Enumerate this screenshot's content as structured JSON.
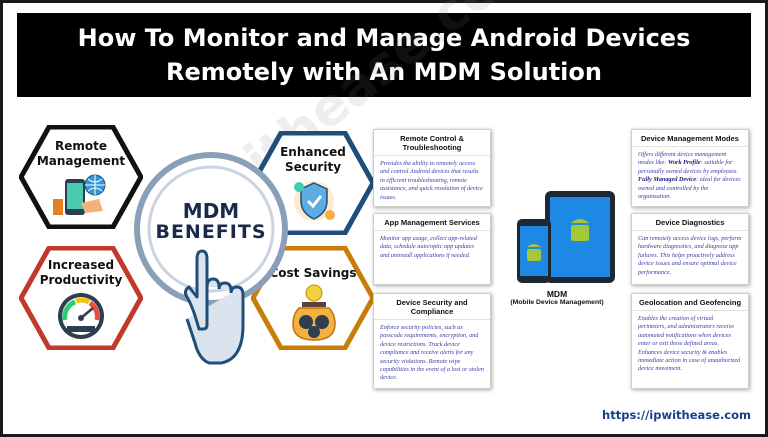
{
  "title": {
    "line1": "How To Monitor and Manage Android Devices",
    "line2": "Remotely with An MDM Solution"
  },
  "center": {
    "line1": "MDM",
    "line2": "BENEFITS"
  },
  "benefits": [
    {
      "label_line1": "Remote",
      "label_line2": "Management",
      "icon": "phone-globe-icon",
      "border": "#111111"
    },
    {
      "label_line1": "Increased",
      "label_line2": "Productivity",
      "icon": "speedometer-icon",
      "border": "#c0392b"
    },
    {
      "label_line1": "Enhanced",
      "label_line2": "Security",
      "icon": "shield-gear-icon",
      "border": "#1f4e79"
    },
    {
      "label_line1": "Cost Savings",
      "label_line2": "",
      "icon": "money-jar-icon",
      "border": "#c77d0a"
    }
  ],
  "cards_left": [
    {
      "title": "Remote Control & Troubleshooting",
      "body": "Provides the ability to remotely access and control Android devices that results in efficient troubleshooting, remote assistance, and quick resolution of device issues."
    },
    {
      "title": "App Management Services",
      "body": "Monitor app usage, collect app-related data, schedule auto/optic app updates and uninstall applications if needed."
    },
    {
      "title": "Device Security and Compliance",
      "body": "Enforce security policies, such as passcode requirements, encryption, and device restrictions. Track device compliance and receive alerts for any security violations. Remote wipe capabilities in the event of a lost or stolen device."
    }
  ],
  "cards_right": [
    {
      "title": "Device Management Modes",
      "body_pre": "Offers different device management modes like: ",
      "body_b1": "Work Profile",
      "body_mid": ": suitable for personally owned devices by employees. ",
      "body_b2": "Fully Managed Device",
      "body_post": ": ideal for devices owned and controlled by the organization."
    },
    {
      "title": "Device Diagnostics",
      "body": "Can remotely access device logs, perform hardware diagnostics, and diagnose app failures. This helps proactively address device issues and ensure optimal device performance."
    },
    {
      "title": "Geolocation and Geofencing",
      "body": "Enables the creation of virtual perimeters, and administrators receive automated notifications when devices enter or exit these defined areas. Enhances device security & enables immediate action in case of unauthorized device movement."
    }
  ],
  "device": {
    "caption_main": "MDM",
    "caption_sub": "(Mobile Device Management)"
  },
  "footer": {
    "url": "https://ipwithease.com"
  },
  "watermark": "ipwithease.com",
  "colors": {
    "title_bg": "#000000",
    "card_text": "#3a3aa8",
    "url": "#1a3f8c",
    "phone_screen": "#1e88e5"
  }
}
